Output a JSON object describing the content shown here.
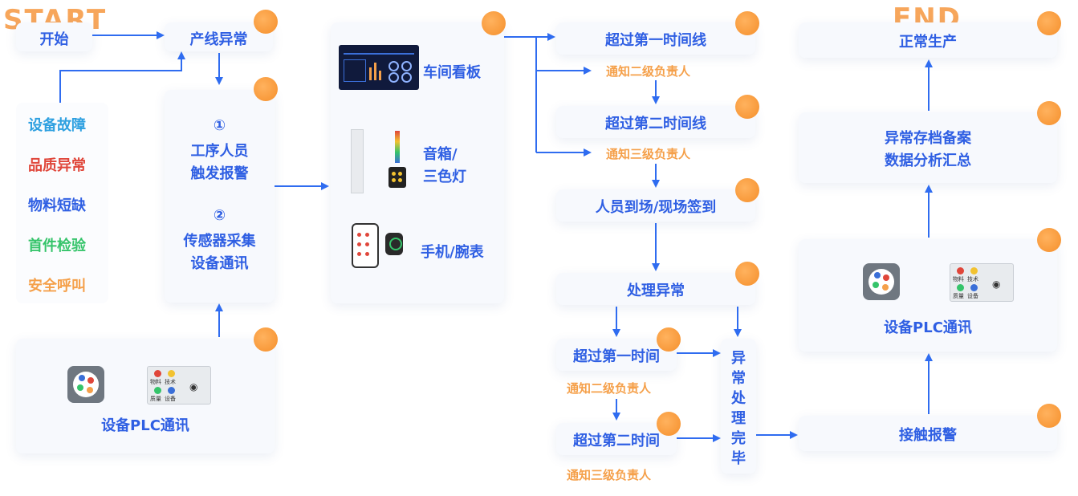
{
  "start_label": "START",
  "end_label": "END",
  "colors": {
    "primary": "#2f5fe3",
    "accent": "#f58f2b",
    "card": "#f7f9fd"
  },
  "left": {
    "start_box": "开始",
    "line_abnormal": "产线异常",
    "types": [
      {
        "label": "设备故障",
        "color": "#2ea0e0"
      },
      {
        "label": "品质异常",
        "color": "#e0463a"
      },
      {
        "label": "物料短缺",
        "color": "#2f5fe3"
      },
      {
        "label": "首件检验",
        "color": "#35c46a"
      },
      {
        "label": "安全呼叫",
        "color": "#f5a04a"
      }
    ],
    "trigger": {
      "num1": "①",
      "line1": "工序人员",
      "line2": "触发报警",
      "num2": "②",
      "line3": "传感器采集",
      "line4": "设备通讯"
    },
    "plc_label": "设备PLC通讯",
    "plc_buttons": [
      "物料",
      "技术",
      "质量",
      "设备"
    ]
  },
  "notify": {
    "board": "车间看板",
    "speaker_line1": "音箱/",
    "speaker_line2": "三色灯",
    "phone": "手机/腕表"
  },
  "escalation": {
    "timeline1": "超过第一时间线",
    "notify2": "通知二级负责人",
    "timeline2": "超过第二时间线",
    "notify3": "通知三级负责人",
    "arrive": "人员到场/现场签到",
    "handle": "处理异常",
    "time1": "超过第一时间",
    "notify2b": "通知二级负责人",
    "time2": "超过第二时间",
    "notify3b": "通知三级负责人",
    "done_chars": [
      "异",
      "常",
      "处",
      "理",
      "完",
      "毕"
    ]
  },
  "right": {
    "normal": "正常生产",
    "archive_line1": "异常存档备案",
    "archive_line2": "数据分析汇总",
    "plc_label": "设备PLC通讯",
    "plc_buttons": [
      "物料",
      "技术",
      "质量",
      "设备"
    ],
    "contact": "接触报警"
  }
}
